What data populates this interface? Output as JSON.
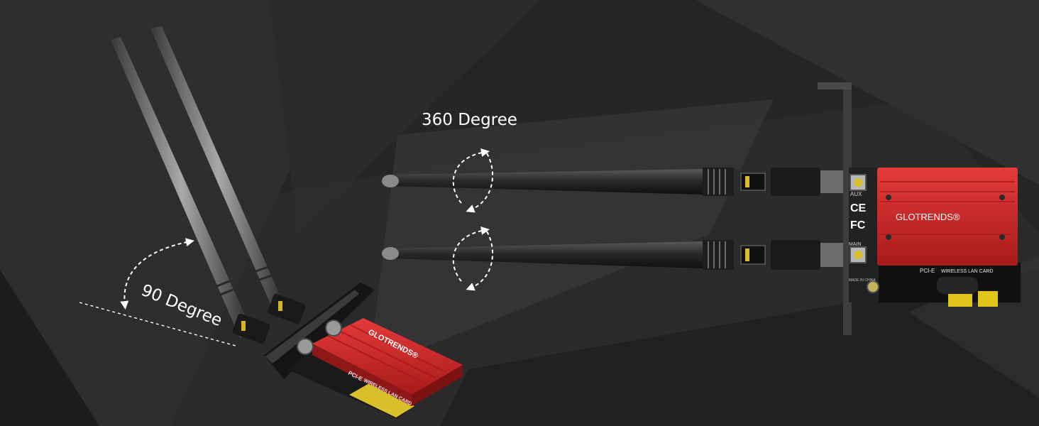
{
  "labels": {
    "rotation_360": "360 Degree",
    "tilt_90": "90 Degree"
  },
  "card_left": {
    "brand": "GLOTRENDS®",
    "pcie_label": "PCI-E",
    "wlan_label": "WIRELESS LAN CARD"
  },
  "card_right": {
    "brand": "GLOTRENDS®",
    "pcie_label": "PCI-E",
    "wlan_label": "WIRELESS LAN CARD",
    "aux_label": "AUX",
    "main_label": "MAIN",
    "ce_mark": "CE",
    "fc_mark": "FC",
    "made_in_label": "MADE IN CHINA"
  },
  "colors": {
    "background": "#262626",
    "heatsink_red": "#d32a2a",
    "bracket": "#4a4a4a",
    "antenna": "#1c1c1c",
    "gold_contacts": "#e2c51a"
  }
}
